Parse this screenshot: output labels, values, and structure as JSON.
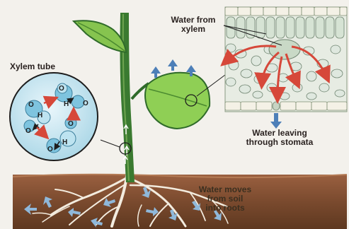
{
  "labels": {
    "xylem_tube": "Xylem tube",
    "water_from_xylem_line1": "Water from",
    "water_from_xylem_line2": "xylem",
    "water_leaving_line1": "Water leaving",
    "water_leaving_line2": "through stomata",
    "water_moves_line1": "Water moves",
    "water_moves_line2": "from soil",
    "water_moves_line3": "into roots"
  },
  "molecule_atoms": {
    "oxygen": "O",
    "hydrogen": "H"
  },
  "colors": {
    "soil": "#7a4a2e",
    "leaf": "#8fcf55",
    "stem": "#2f6b2a",
    "water_arrow": "#6f9fc9",
    "xylem_arrow": "#d6483a",
    "molecule": "#7ec4df",
    "cell": "#dfe8df"
  }
}
